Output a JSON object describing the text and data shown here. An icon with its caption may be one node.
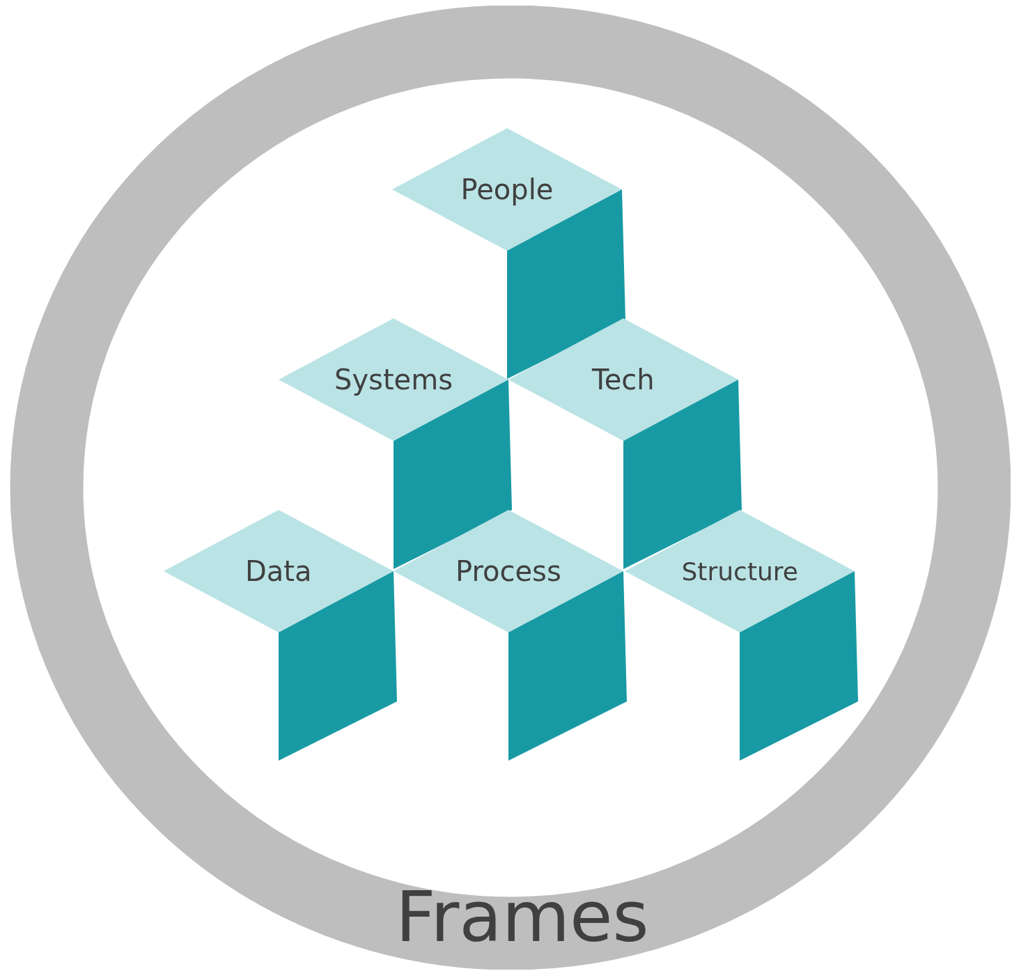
{
  "diagram": {
    "nodes": [
      {
        "text": [
          "Frames"
        ]
      },
      {
        "text": [
          "People"
        ],
        "in": 0
      },
      {
        "text": [
          "Systems"
        ],
        "in": 0
      },
      {
        "text": [
          "Tech"
        ],
        "in": 0
      },
      {
        "text": [
          "Data"
        ],
        "in": 0
      },
      {
        "text": [
          "Process"
        ],
        "in": 0
      },
      {
        "text": [
          "Structure"
        ],
        "in": 0
      }
    ]
  }
}
